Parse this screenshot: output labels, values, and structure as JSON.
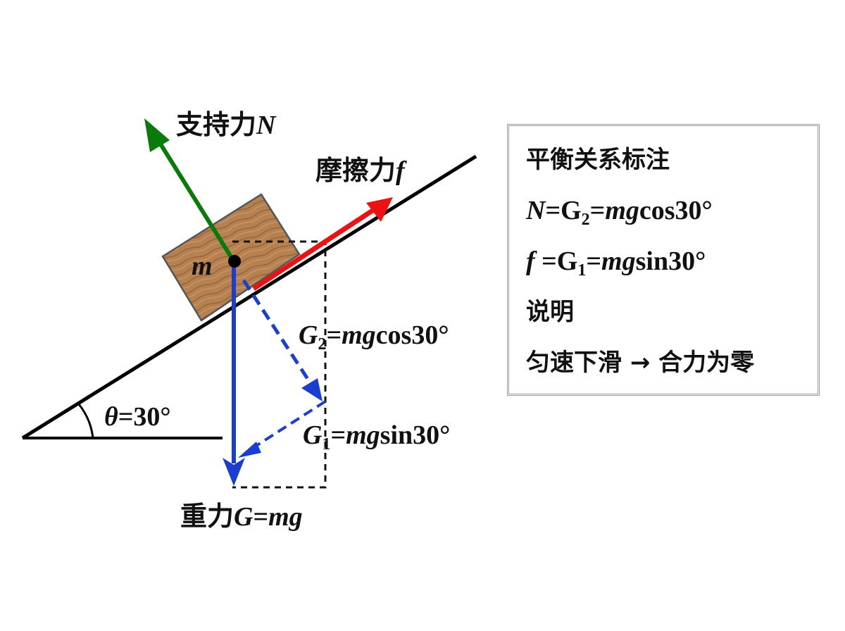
{
  "labels": {
    "normal_force": {
      "prefix": "支持力",
      "symbol": "N"
    },
    "friction": {
      "prefix": "摩擦力",
      "symbol": "f"
    },
    "mass": "m",
    "angle": {
      "symbol": "θ",
      "value": "=30°"
    },
    "g2": {
      "sym": "G",
      "sub": "2",
      "eq": "=",
      "mg": "mg",
      "func": "cos30°"
    },
    "g1": {
      "sym": "G",
      "sub": "1",
      "eq": "=",
      "mg": "mg",
      "func": "sin30°"
    },
    "gravity": {
      "prefix": "重力",
      "sym": "G",
      "eq": "=",
      "mg": "mg"
    }
  },
  "info_box": {
    "title": "平衡关系标注",
    "eq1": {
      "a": "N",
      "b": "=G",
      "sub": "2",
      "c": "=",
      "mg": "mg",
      "d": "cos30°"
    },
    "eq2": {
      "a": "f",
      "b": " =G",
      "sub": "1",
      "c": "=",
      "mg": "mg",
      "d": "sin30°"
    },
    "note_title": "说明",
    "note": "匀速下滑 → 合力为零"
  },
  "colors": {
    "normal_force": "#0a7a0a",
    "friction": "#ee1111",
    "gravity": "#1a3fd0",
    "block": "#b07a4a",
    "incline": "#000000"
  },
  "icons": [
    "wood-block",
    "arrow-normal",
    "arrow-friction",
    "arrow-gravity"
  ]
}
